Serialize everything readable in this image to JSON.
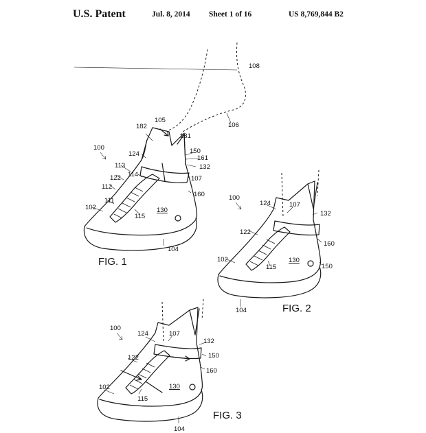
{
  "header": {
    "title": "U.S. Patent",
    "date": "Jul. 8, 2014",
    "sheet": "Sheet 1 of 16",
    "patent_number": "US 8,769,844 B2"
  },
  "figures": [
    {
      "label": "FIG. 1",
      "refs": [
        "100",
        "105",
        "106",
        "108",
        "181",
        "182",
        "124",
        "150",
        "161",
        "132",
        "113",
        "114",
        "122",
        "107",
        "112",
        "160",
        "111",
        "115",
        "130",
        "102",
        "104"
      ]
    },
    {
      "label": "FIG. 2",
      "refs": [
        "100",
        "124",
        "107",
        "132",
        "122",
        "160",
        "102",
        "115",
        "130",
        "150",
        "104"
      ]
    },
    {
      "label": "FIG. 3",
      "refs": [
        "100",
        "124",
        "107",
        "132",
        "150",
        "122",
        "160",
        "130",
        "102",
        "115",
        "104"
      ]
    }
  ]
}
